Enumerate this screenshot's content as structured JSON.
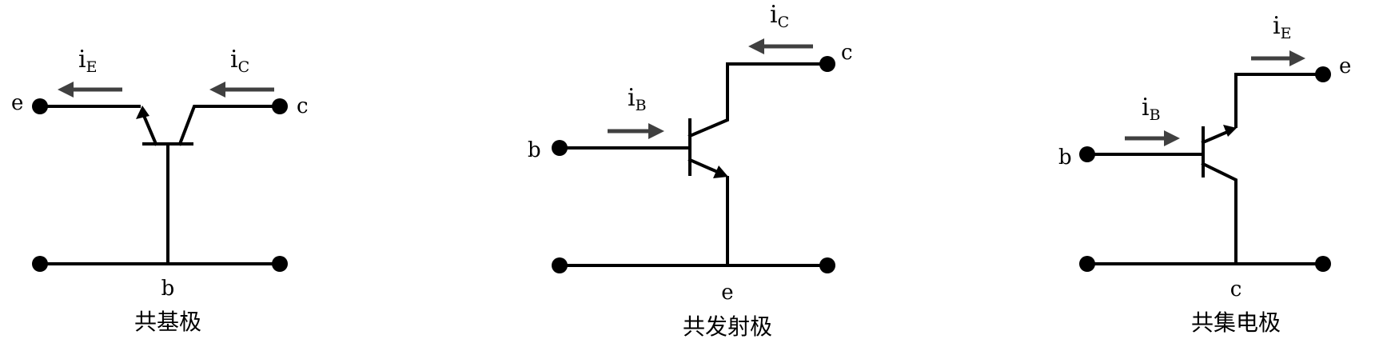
{
  "colors": {
    "wire": "#000000",
    "current_arrow": "#404040",
    "background": "#ffffff"
  },
  "circuits": [
    {
      "caption": "共基极",
      "terminals": {
        "left": "e",
        "right": "c",
        "bottom": "b"
      },
      "currents": [
        {
          "main": "i",
          "sub": "E"
        },
        {
          "main": "i",
          "sub": "C"
        }
      ]
    },
    {
      "caption": "共发射极",
      "terminals": {
        "input": "b",
        "output": "c",
        "bottom": "e"
      },
      "currents": [
        {
          "main": "i",
          "sub": "B"
        },
        {
          "main": "i",
          "sub": "C"
        }
      ]
    },
    {
      "caption": "共集电极",
      "terminals": {
        "input": "b",
        "output": "e",
        "bottom": "c"
      },
      "currents": [
        {
          "main": "i",
          "sub": "B"
        },
        {
          "main": "i",
          "sub": "E"
        }
      ]
    }
  ]
}
